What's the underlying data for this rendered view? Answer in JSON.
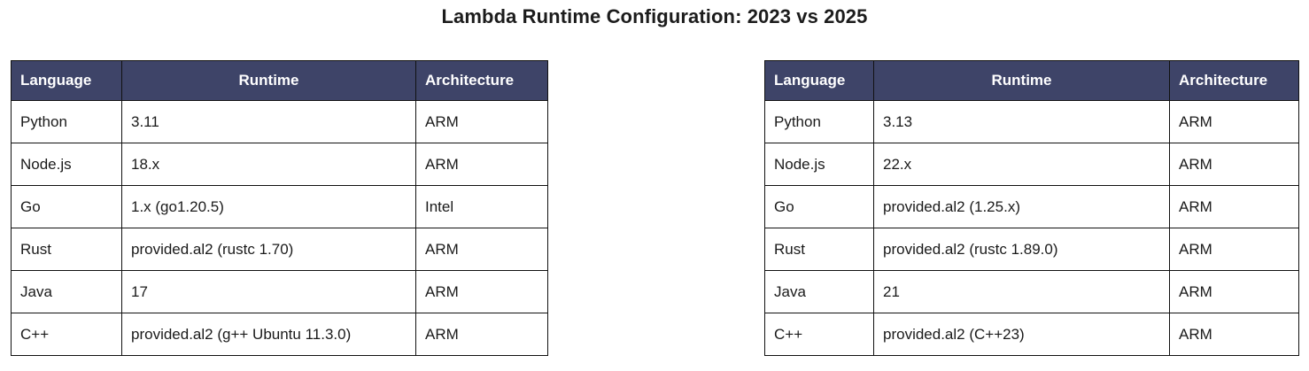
{
  "title": "Lambda Runtime Configuration: 2023 vs 2025",
  "theme": {
    "header_background": "#3e4468",
    "header_text": "#ffffff",
    "body_text": "#1a1a1a",
    "border": "#111111",
    "page_background": "#ffffff"
  },
  "tables": [
    {
      "id": "table-2023",
      "columns": [
        "Language",
        "Runtime",
        "Architecture"
      ],
      "rows": [
        {
          "language": "Python",
          "runtime": "3.11",
          "architecture": "ARM"
        },
        {
          "language": "Node.js",
          "runtime": "18.x",
          "architecture": "ARM"
        },
        {
          "language": "Go",
          "runtime": "1.x (go1.20.5)",
          "architecture": "Intel"
        },
        {
          "language": "Rust",
          "runtime": "provided.al2 (rustc 1.70)",
          "architecture": "ARM"
        },
        {
          "language": "Java",
          "runtime": "17",
          "architecture": "ARM"
        },
        {
          "language": "C++",
          "runtime": "provided.al2 (g++ Ubuntu 11.3.0)",
          "architecture": "ARM"
        }
      ]
    },
    {
      "id": "table-2025",
      "columns": [
        "Language",
        "Runtime",
        "Architecture"
      ],
      "rows": [
        {
          "language": "Python",
          "runtime": "3.13",
          "architecture": "ARM"
        },
        {
          "language": "Node.js",
          "runtime": "22.x",
          "architecture": "ARM"
        },
        {
          "language": "Go",
          "runtime": "provided.al2 (1.25.x)",
          "architecture": "ARM"
        },
        {
          "language": "Rust",
          "runtime": "provided.al2 (rustc 1.89.0)",
          "architecture": "ARM"
        },
        {
          "language": "Java",
          "runtime": "21",
          "architecture": "ARM"
        },
        {
          "language": "C++",
          "runtime": "provided.al2 (C++23)",
          "architecture": "ARM"
        }
      ]
    }
  ]
}
